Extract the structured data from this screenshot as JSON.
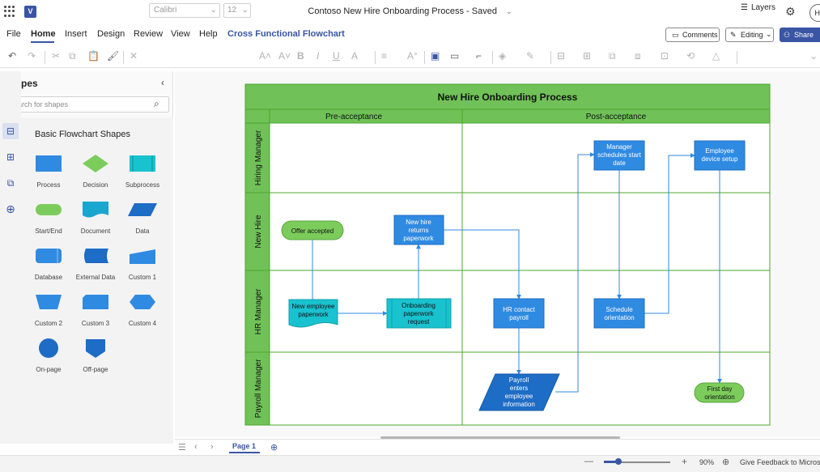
{
  "window": {
    "doc_title": "Contoso New Hire Onboarding Process  -  Saved",
    "app_logo": "V",
    "avatar_initials": "HI"
  },
  "menu": {
    "items": [
      "File",
      "Home",
      "Insert",
      "Design",
      "Review",
      "View",
      "Help"
    ],
    "special_tab": "Cross Functional Flowchart",
    "comments_label": "Comments",
    "editing_label": "Editing",
    "share_label": "Share"
  },
  "toolbar": {
    "font_name": "Calibri",
    "font_size": "12",
    "layers_label": "Layers"
  },
  "shapes_panel": {
    "header": "Shapes",
    "search_placeholder": "Search for shapes",
    "stencil_title": "Basic Flowchart Shapes",
    "shapes": [
      {
        "label": "Process",
        "kind": "process"
      },
      {
        "label": "Decision",
        "kind": "decision"
      },
      {
        "label": "Subprocess",
        "kind": "subprocess"
      },
      {
        "label": "Start/End",
        "kind": "startend"
      },
      {
        "label": "Document",
        "kind": "document"
      },
      {
        "label": "Data",
        "kind": "data"
      },
      {
        "label": "Database",
        "kind": "database"
      },
      {
        "label": "External Data",
        "kind": "external"
      },
      {
        "label": "Custom 1",
        "kind": "custom1"
      },
      {
        "label": "Custom 2",
        "kind": "custom2"
      },
      {
        "label": "Custom 3",
        "kind": "custom3"
      },
      {
        "label": "Custom 4",
        "kind": "custom4"
      },
      {
        "label": "On-page",
        "kind": "onpage"
      },
      {
        "label": "Off-page",
        "kind": "offpage"
      }
    ]
  },
  "diagram": {
    "title": "New Hire Onboarding Process",
    "phases": [
      "Pre-acceptance",
      "Post-acceptance"
    ],
    "lanes": [
      "Hiring Manager",
      "New Hire",
      "HR Manager",
      "Payroll Manager"
    ],
    "nodes": {
      "offer": [
        "Offer accepted"
      ],
      "paperwork": [
        "New employee",
        "paperwork"
      ],
      "onboarding": [
        "Onboarding",
        "paperwork",
        "request"
      ],
      "returns": [
        "New hire",
        "returns",
        "paperwork"
      ],
      "hrcontact": [
        "HR contact",
        "payroll"
      ],
      "payroll": [
        "Payroll",
        "enters",
        "employee",
        "information"
      ],
      "schedules": [
        "Manager",
        "schedules start",
        "date"
      ],
      "orientation": [
        "Schedule",
        "orientation"
      ],
      "equipment": [
        "Employee",
        "device setup"
      ],
      "firstday": [
        "First day",
        "orientation"
      ]
    }
  },
  "pagebar": {
    "page_label": "Page 1"
  },
  "status": {
    "zoom_level": "90%",
    "zoom_fraction": 0.22,
    "feedback": "Give Feedback to Microsoft"
  },
  "colors": {
    "accent": "#3955a3",
    "lane_green": "#70c157",
    "lane_border": "#4ea72e",
    "process_blue": "#2f8ae2",
    "startend_green": "#7ccc5c",
    "teal": "#19c2cf"
  }
}
